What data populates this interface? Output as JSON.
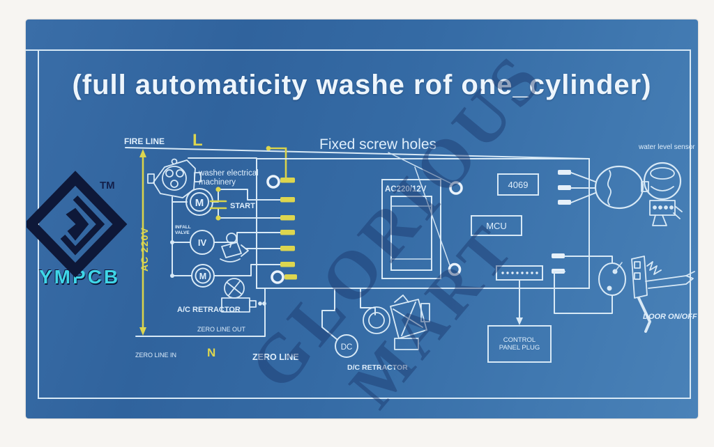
{
  "title": "(full automaticity washe rof one_cylinder)",
  "logo": {
    "brand": "YMPCB",
    "trademark": "TM"
  },
  "watermark": {
    "line1": "GLORIOUS",
    "line2": "MART"
  },
  "power": {
    "fire_line": "FIRE LINE",
    "live_label": "L",
    "ac_voltage": "AC 220V",
    "neutral_label": "N",
    "zero_line_out": "ZERO LINE OUT",
    "zero_line_in": "ZERO LINE IN",
    "zero_line": "ZERO LINE"
  },
  "board": {
    "fixed_screw_holes": "Fixed screw holes",
    "transformer": "AC220/12V",
    "chip": "4069",
    "mcu": "MCU",
    "plug_line1": "CONTROL",
    "plug_line2": "PANEL PLUG"
  },
  "components": {
    "machinery_line1": "washer electrical",
    "machinery_line2": "machinery",
    "start_motor": "M",
    "start_capacitor": "START",
    "infall_line1": "INFALL",
    "infall_line2": "VALVE",
    "infall_valve": "IV",
    "drain_motor": "M",
    "ac_retractor": "A/C RETRACTOR",
    "dc_motor": "DC",
    "dc_retractor": "D/C RETRACTOR",
    "water_level_sensor": "water level sensor",
    "door_switch": "DOOR ON/OFF"
  },
  "colors": {
    "panel_blue": "#33689f",
    "line_white": "#d8e9f6",
    "accent_yellow": "#d9d34b",
    "logo_cyan": "#3fd6e8",
    "watermark_navy": "#173266"
  }
}
